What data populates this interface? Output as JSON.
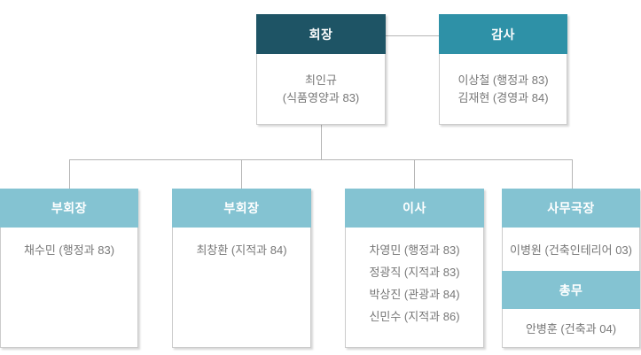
{
  "colors": {
    "chairman_header": "#1E5465",
    "auditor_header": "#2E91A7",
    "light_header": "#84C3D2",
    "connector_line": "#B5B5B5",
    "box_border": "#CCCCCC",
    "body_text": "#777777",
    "header_text": "#FFFFFF"
  },
  "boxes": {
    "chairman": {
      "title": "회장",
      "line1": "최인규",
      "line2": "(식품영양과 83)"
    },
    "auditor": {
      "title": "감사",
      "line1": "이상철 (행정과 83)",
      "line2": "김재현 (경영과 84)"
    },
    "vice_chairman_1": {
      "title": "부회장",
      "line1": "채수민 (행정과 83)"
    },
    "vice_chairman_2": {
      "title": "부회장",
      "line1": "최창환 (지적과 84)"
    },
    "directors": {
      "title": "이사",
      "line1": "차영민 (행정과 83)",
      "line2": "정광직 (지적과 83)",
      "line3": "박상진 (관광과 84)",
      "line4": "신민수 (지적과 86)"
    },
    "secretary_general": {
      "title": "사무국장",
      "line1": "이병원 (건축인테리어 03)"
    },
    "general_affairs": {
      "title": "총무",
      "line1": "안병훈 (건축과 04)"
    }
  }
}
